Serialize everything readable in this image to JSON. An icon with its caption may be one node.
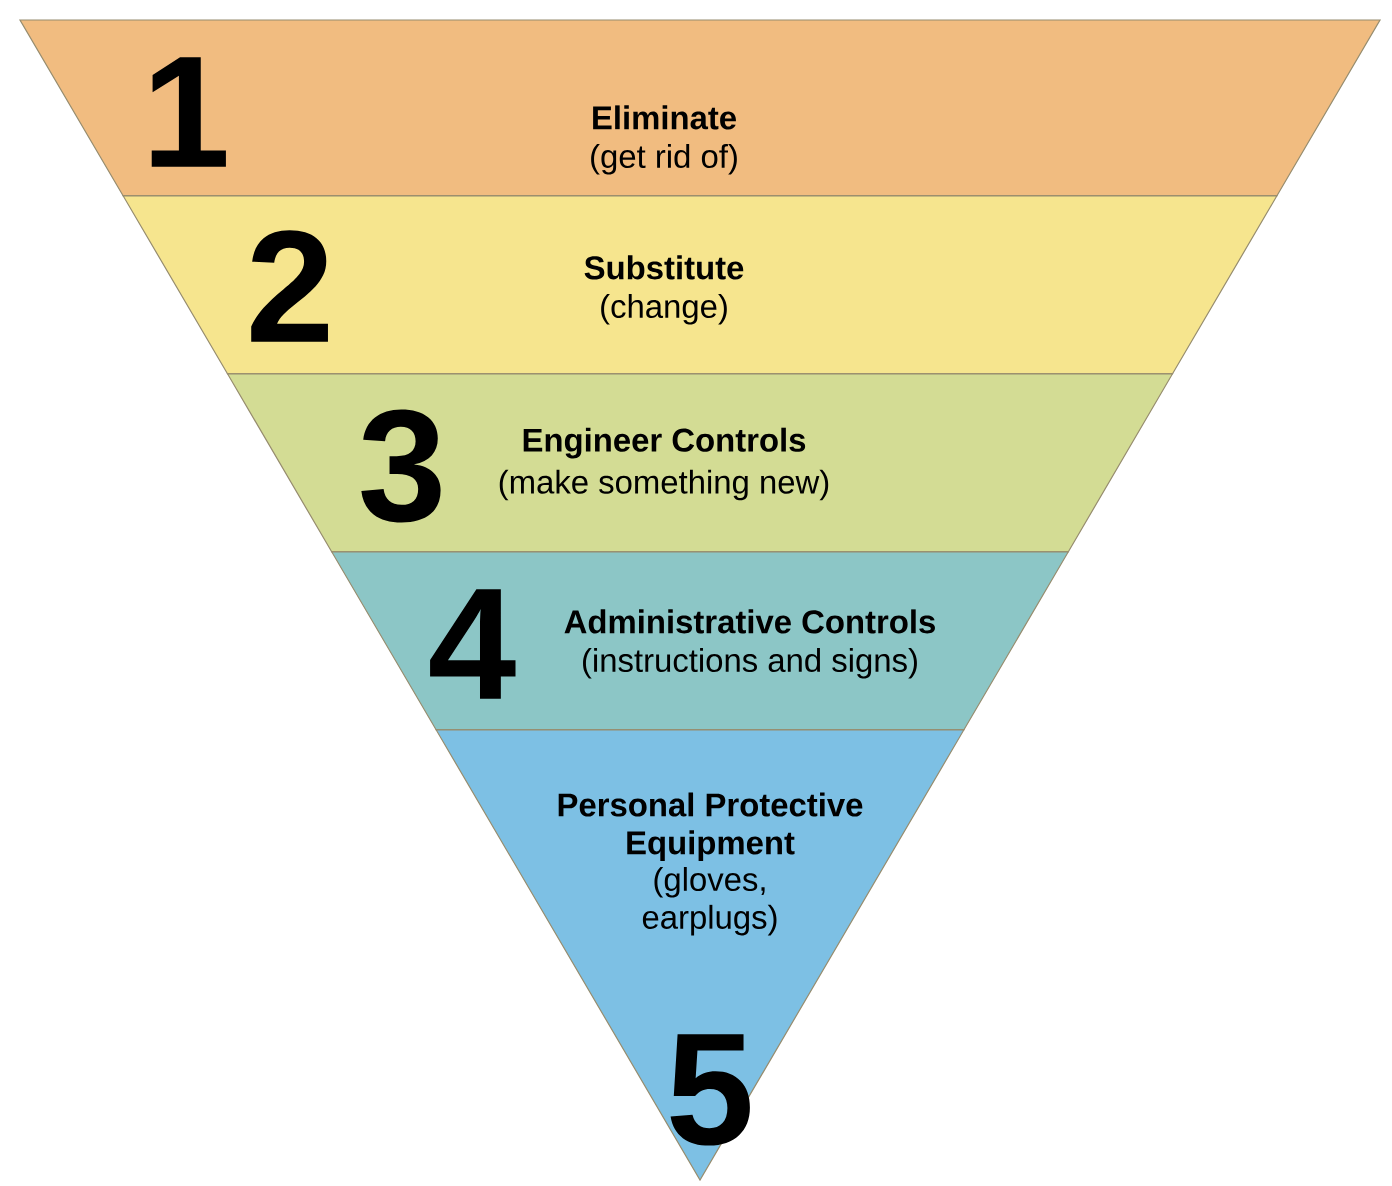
{
  "diagram": {
    "nodes": [
      {
        "text": [
          "1",
          "Eliminate",
          "(get rid of)"
        ]
      },
      {
        "text": [
          "2",
          "Substitute",
          "(change)"
        ]
      },
      {
        "text": [
          "3",
          "Engineer Controls",
          "(make something new)"
        ]
      },
      {
        "text": [
          "4",
          "Administrative Controls",
          "(instructions and signs)"
        ]
      },
      {
        "text": [
          "Personal Protective Equipment",
          "(gloves, earplugs)",
          "5"
        ]
      }
    ]
  }
}
